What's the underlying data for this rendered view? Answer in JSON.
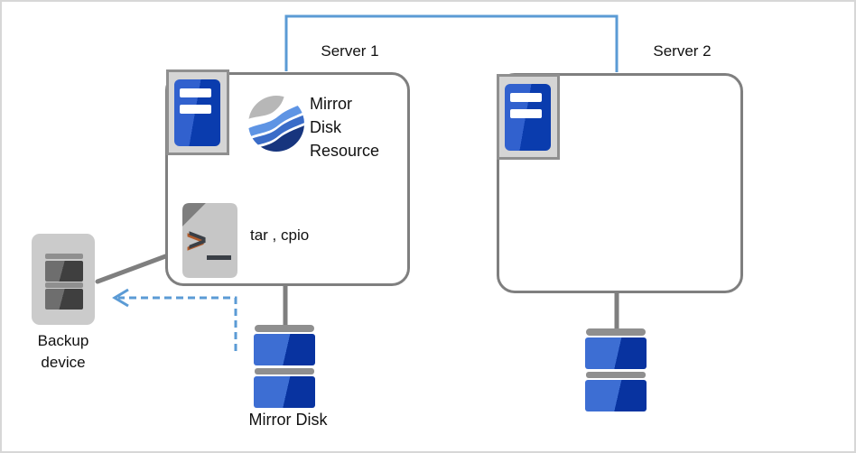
{
  "labels": {
    "server1": "Server 1",
    "server2": "Server 2",
    "mirror_disk_resource": "Mirror\nDisk\nResource",
    "script_tools": "tar , cpio",
    "backup_device": "Backup\ndevice",
    "mirror_disk": "Mirror Disk"
  },
  "colors": {
    "heartbeat_blue": "#5B9BD5",
    "dashed_arrow_blue": "#5B9BD5",
    "connector_gray": "#7F7F7F",
    "box_border_gray": "#7F7F7F",
    "icon_frame_gray": "#8F8F8F",
    "tower_blue_light": "#3161CE",
    "tower_blue_dark": "#0A3CAE",
    "disk_blue_light": "#3D6ED3",
    "disk_blue_dark": "#0833A0",
    "backup_body_gray": "#CBCBCB",
    "slot_gray_light": "#6E6E6E",
    "slot_gray_dark": "#3F3F3F",
    "hardware_bar_gray": "#8F8F8F",
    "globe_gray": "#B7B7B7",
    "globe_blue_light": "#5E94E4",
    "globe_blue_mid": "#3A6CC8",
    "globe_blue_dark": "#17357E",
    "script_body_gray": "#C6C6C6",
    "script_fold_gray": "#7E7E7E",
    "script_glyph_dark": "#3A3F46",
    "script_glyph_accent": "#B05A2A"
  },
  "icons": {
    "server": "server-tower-icon",
    "mirror_disk_resource": "globe-waves-icon",
    "script": "script-file-icon",
    "backup": "backup-device-icon",
    "mirror_disk": "disk-stack-icon"
  }
}
